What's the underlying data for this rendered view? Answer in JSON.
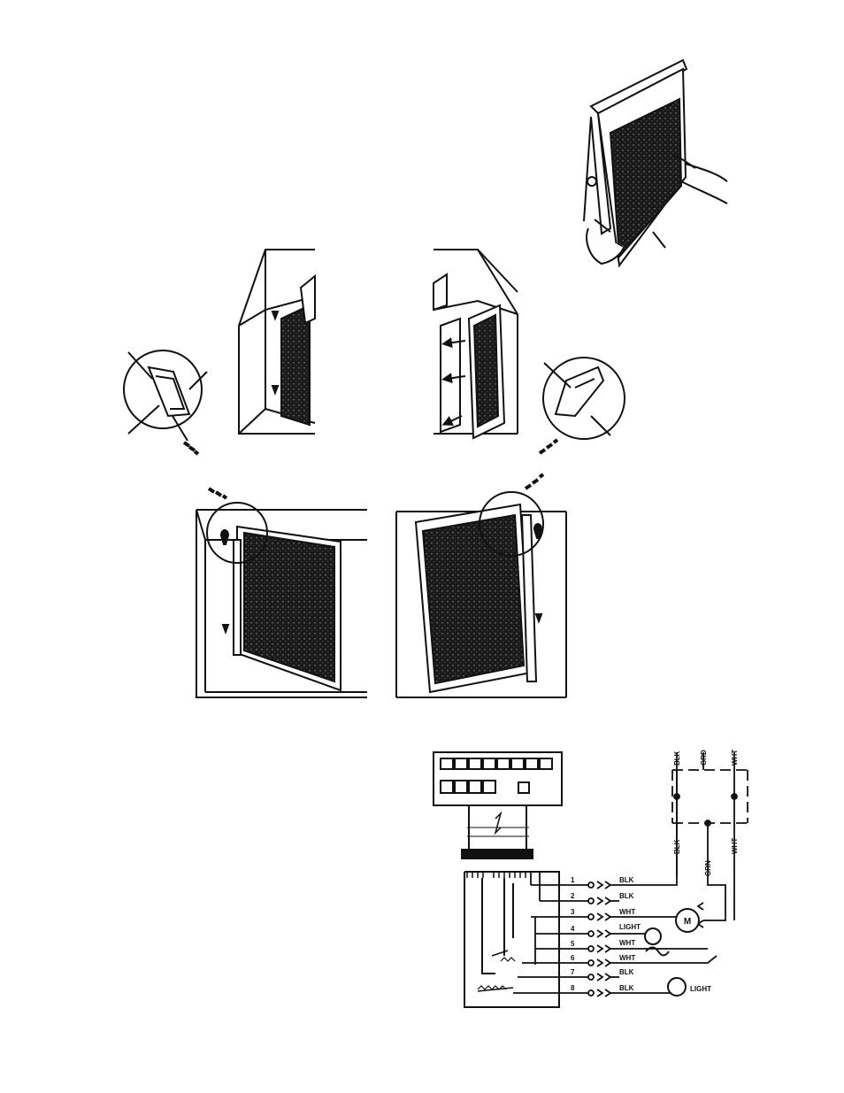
{
  "wiring": {
    "pin_numbers": [
      "1",
      "2",
      "3",
      "4",
      "5",
      "6",
      "7",
      "8"
    ],
    "wire_labels": [
      "BLK",
      "BLK",
      "WHT",
      "LIGHT",
      "WHT",
      "WHT",
      "BLK",
      "BLK"
    ],
    "power_leads": [
      "BLK",
      "GRD",
      "WHT"
    ],
    "vertical_labels": [
      "BLK",
      "GRN",
      "WHT"
    ],
    "motor_label": "M",
    "light_label": "LIGHT"
  }
}
